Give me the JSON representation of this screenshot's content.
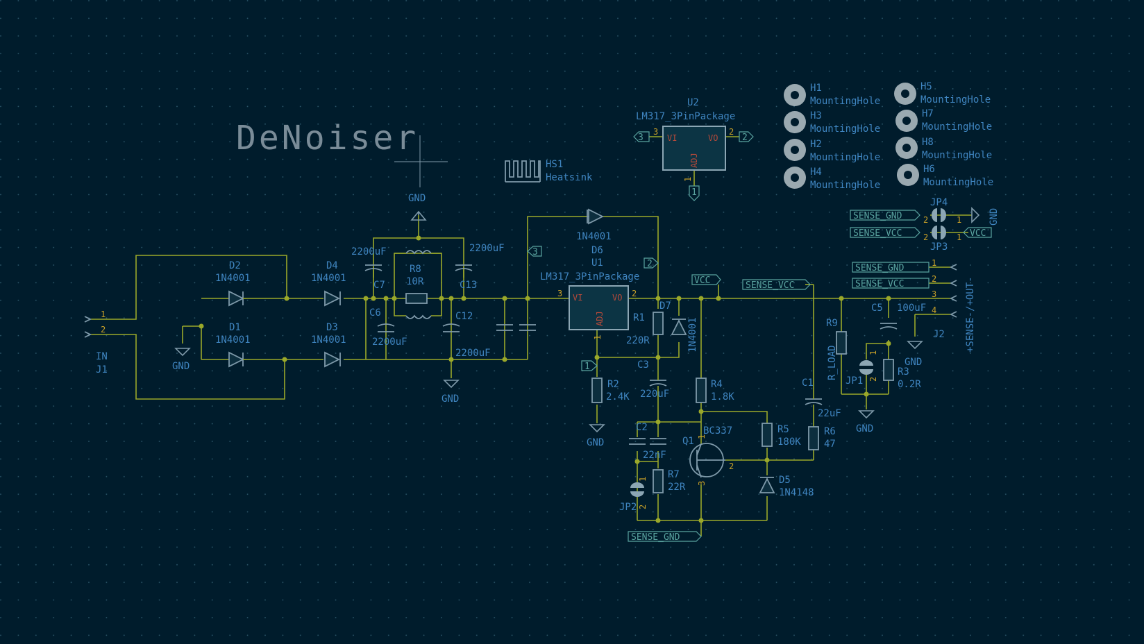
{
  "title": "DeNoiser",
  "colors": {
    "background": "#001c2c",
    "wire": "#9aa82a",
    "component": "#7f9aaa",
    "reference": "#3f85c0",
    "pin_number": "#c8a028",
    "net_label": "#5aa4a0"
  },
  "components": {
    "J1": {
      "ref": "J1",
      "value": "IN",
      "pins": [
        "1",
        "2"
      ]
    },
    "D1": {
      "ref": "D1",
      "value": "1N4001"
    },
    "D2": {
      "ref": "D2",
      "value": "1N4001"
    },
    "D3": {
      "ref": "D3",
      "value": "1N4001"
    },
    "D4": {
      "ref": "D4",
      "value": "1N4001"
    },
    "D5": {
      "ref": "D5",
      "value": "1N4148"
    },
    "D6": {
      "ref": "D6",
      "value": "1N4001"
    },
    "D7": {
      "ref": "D7",
      "value": "1N4001"
    },
    "C1": {
      "ref": "C1",
      "value": "22uF"
    },
    "C2": {
      "ref": "C2",
      "value": "22nF"
    },
    "C3": {
      "ref": "C3",
      "value": "220uF"
    },
    "C5": {
      "ref": "C5",
      "value": "100uF"
    },
    "C6": {
      "ref": "C6",
      "value": "2200uF"
    },
    "C7": {
      "ref": "C7",
      "value": "2200uF"
    },
    "C12": {
      "ref": "C12",
      "value": "2200uF"
    },
    "C13": {
      "ref": "C13",
      "value": "2200uF"
    },
    "R1": {
      "ref": "R1",
      "value": "220R"
    },
    "R2": {
      "ref": "R2",
      "value": "2.4K"
    },
    "R3": {
      "ref": "R3",
      "value": "0.2R"
    },
    "R4": {
      "ref": "R4",
      "value": "1.8K"
    },
    "R5": {
      "ref": "R5",
      "value": "180K"
    },
    "R6": {
      "ref": "R6",
      "value": "47"
    },
    "R7": {
      "ref": "R7",
      "value": "22R"
    },
    "R8": {
      "ref": "R8",
      "value": "10R"
    },
    "R9": {
      "ref": "R9",
      "value": "R_LOAD"
    },
    "Q1": {
      "ref": "Q1",
      "value": "BC337"
    },
    "U1": {
      "ref": "U1",
      "value": "LM317_3PinPackage",
      "pin_vi": "VI",
      "pin_vo": "VO",
      "pin_adj": "ADJ"
    },
    "U2": {
      "ref": "U2",
      "value": "LM317_3PinPackage",
      "pin_vi": "VI",
      "pin_vo": "VO",
      "pin_adj": "ADJ"
    },
    "HS1": {
      "ref": "HS1",
      "value": "Heatsink"
    },
    "JP1": {
      "ref": "JP1"
    },
    "JP2": {
      "ref": "JP2"
    },
    "JP3": {
      "ref": "JP3"
    },
    "JP4": {
      "ref": "JP4"
    },
    "J2": {
      "ref": "J2",
      "value": "+SENSE-/+OUT-"
    }
  },
  "mounting_holes": [
    {
      "ref": "H1",
      "value": "MountingHole"
    },
    {
      "ref": "H3",
      "value": "MountingHole"
    },
    {
      "ref": "H2",
      "value": "MountingHole"
    },
    {
      "ref": "H4",
      "value": "MountingHole"
    },
    {
      "ref": "H5",
      "value": "MountingHole"
    },
    {
      "ref": "H7",
      "value": "MountingHole"
    },
    {
      "ref": "H8",
      "value": "MountingHole"
    },
    {
      "ref": "H6",
      "value": "MountingHole"
    }
  ],
  "net_labels": {
    "vcc": "VCC",
    "sense_vcc": "SENSE_VCC",
    "sense_gnd": "SENSE_GND",
    "gnd": "GND",
    "h1": "1",
    "h2": "2",
    "h3": "3"
  },
  "pin_numbers": {
    "p1": "1",
    "p2": "2",
    "p3": "3",
    "p4": "4"
  }
}
